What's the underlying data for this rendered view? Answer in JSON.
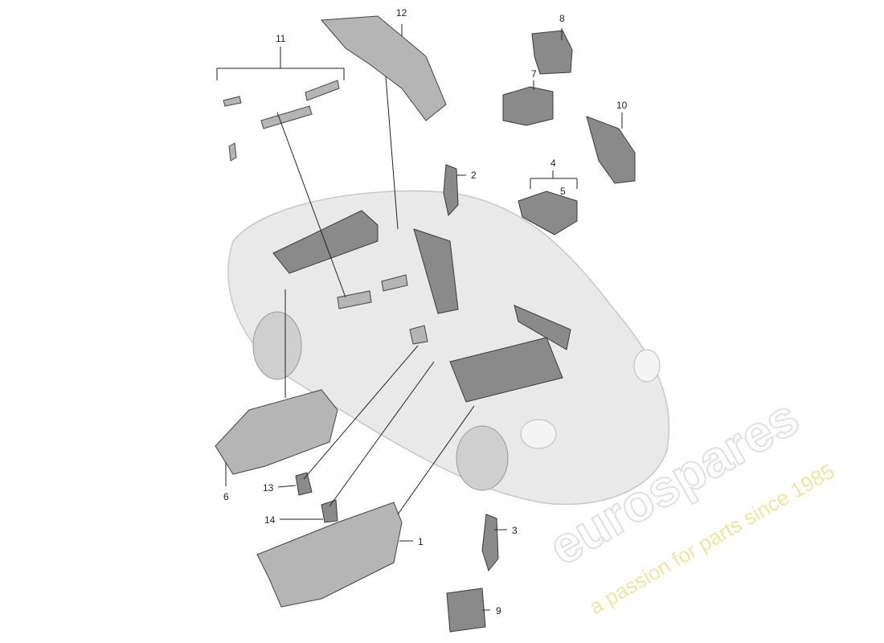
{
  "watermark": {
    "brand": "eurospares",
    "tagline": "a passion for parts since 1985"
  },
  "callouts": {
    "p1": "1",
    "p2": "2",
    "p3": "3",
    "p4": "4",
    "p5": "5",
    "p6": "6",
    "p7": "7",
    "p8": "8",
    "p9": "9",
    "p10": "10",
    "p11": "11",
    "p12": "12",
    "p13": "13",
    "p14": "14"
  }
}
